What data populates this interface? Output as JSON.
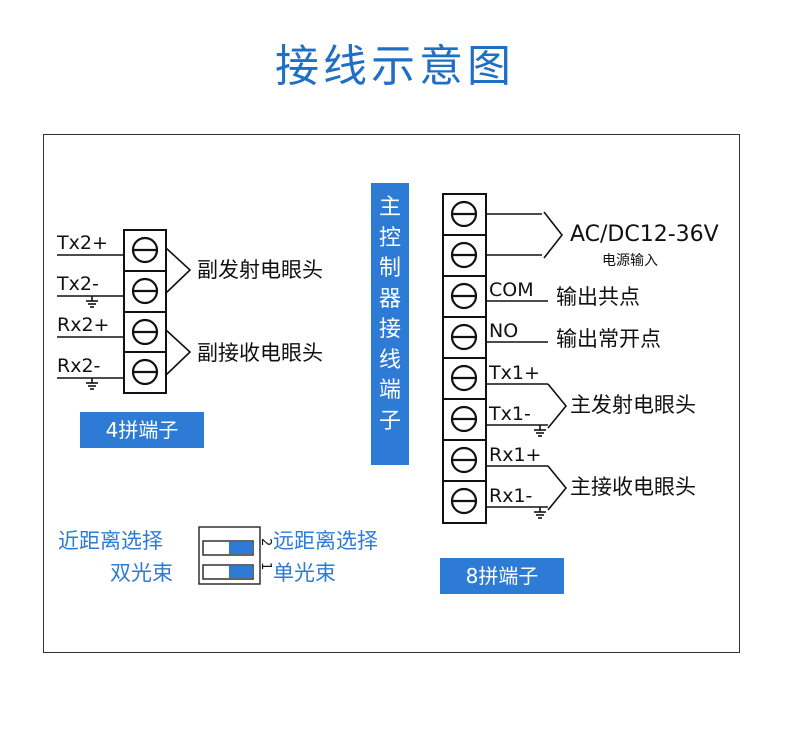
{
  "title": "接线示意图",
  "left_block": {
    "pins": [
      "Tx2+",
      "Tx2-",
      "Rx2+",
      "Rx2-"
    ],
    "labels": [
      "副发射电眼头",
      "副接收电眼头"
    ],
    "tag": "4拼端子"
  },
  "center_tag": [
    "主",
    "控",
    "制",
    "器",
    "接",
    "线",
    "端",
    "子"
  ],
  "right_block": {
    "pins": [
      "COM",
      "NO",
      "Tx1+",
      "Tx1-",
      "Rx1+",
      "Rx1-"
    ],
    "power_label": "AC/DC12-36V",
    "power_sub": "电源输入",
    "labels": [
      "输出共点",
      "输出常开点",
      "主发射电眼头",
      "主接收电眼头"
    ],
    "tag": "8拼端子"
  },
  "dip_switch": {
    "numbers": [
      "2",
      "1"
    ],
    "left_text": [
      "近距离选择",
      "双光束"
    ],
    "right_text": [
      "远距离选择",
      "单光束"
    ]
  },
  "colors": {
    "accent": "#2e7bd6",
    "title": "#1f6fc5",
    "line": "#111111"
  }
}
